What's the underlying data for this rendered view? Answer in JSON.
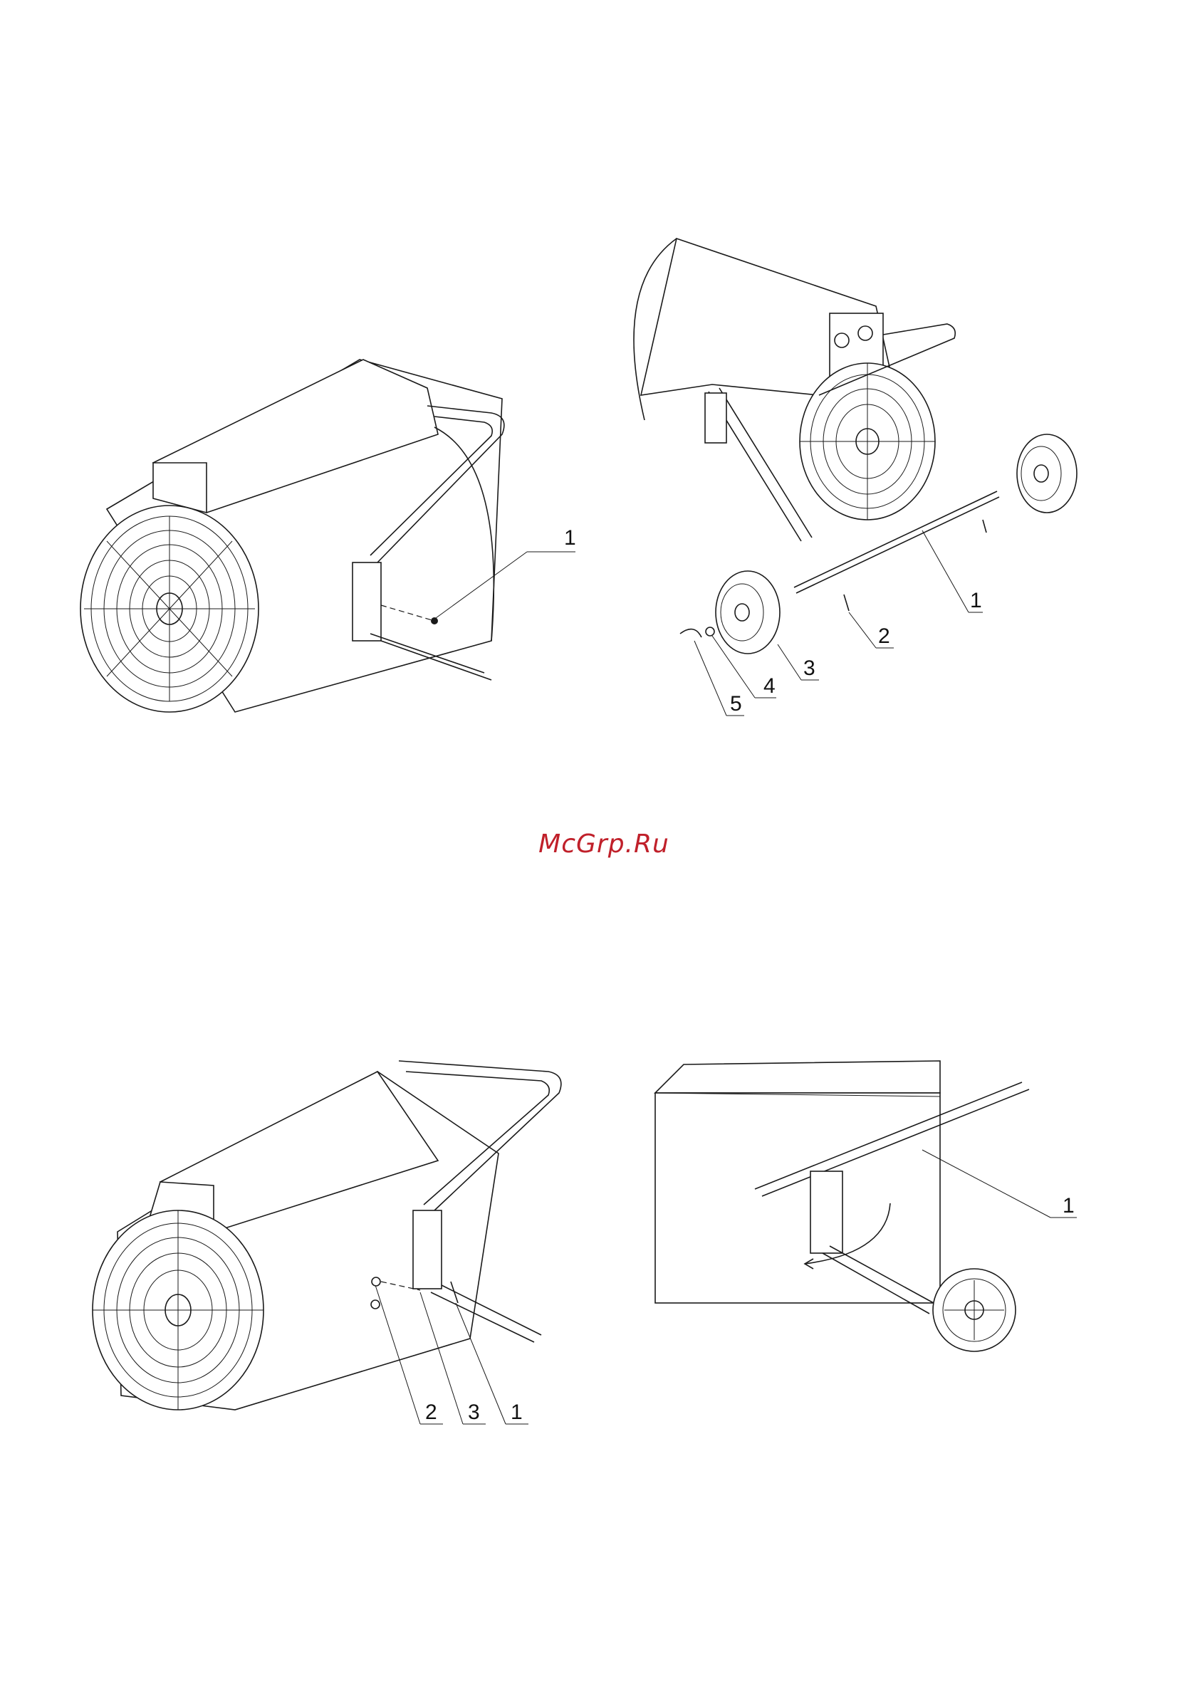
{
  "watermark": {
    "text": "McGrp.Ru",
    "color": "#c0202a"
  },
  "figures": [
    {
      "id": "fig-top-left",
      "callouts": [
        "1"
      ]
    },
    {
      "id": "fig-top-right",
      "callouts": [
        "1",
        "2",
        "3",
        "4",
        "5"
      ]
    },
    {
      "id": "fig-bottom-left",
      "callouts": [
        "2",
        "3",
        "1"
      ]
    },
    {
      "id": "fig-bottom-right",
      "callouts": [
        "1"
      ]
    }
  ]
}
